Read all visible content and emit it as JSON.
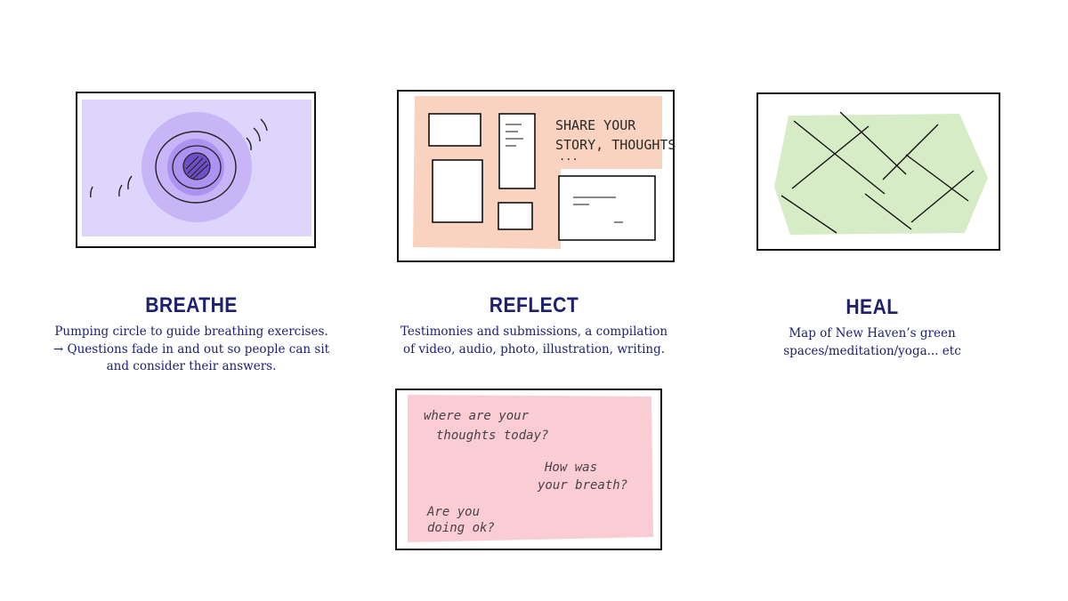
{
  "panels": [
    {
      "id": "breathe",
      "title": "BREATHE",
      "lines": [
        "Pumping circle to guide breathing exercises.",
        "→ Questions fade in and out so people can sit",
        "and consider their answers."
      ],
      "fill_color": "#d9d0fb"
    },
    {
      "id": "reflect",
      "title": "REFLECT",
      "lines": [
        "Testimonies and submissions, a  compilation",
        "of video, audio, photo, illustration, writing."
      ],
      "sketch_text": [
        "SHARE YOUR",
        "STORY, THOUGHTS",
        "..."
      ],
      "fill_color": "#f9d3bf"
    },
    {
      "id": "heal",
      "title": "HEAL",
      "lines": [
        "Map of New Haven’s green",
        "spaces/meditation/yoga... etc"
      ],
      "fill_color": "#d6ecc6"
    }
  ],
  "questions_sketch": {
    "fill_color": "#f9cdd3",
    "lines": [
      "where are your",
      "thoughts today?",
      "How was",
      "your breath?",
      "Are you",
      "doing ok?"
    ]
  }
}
